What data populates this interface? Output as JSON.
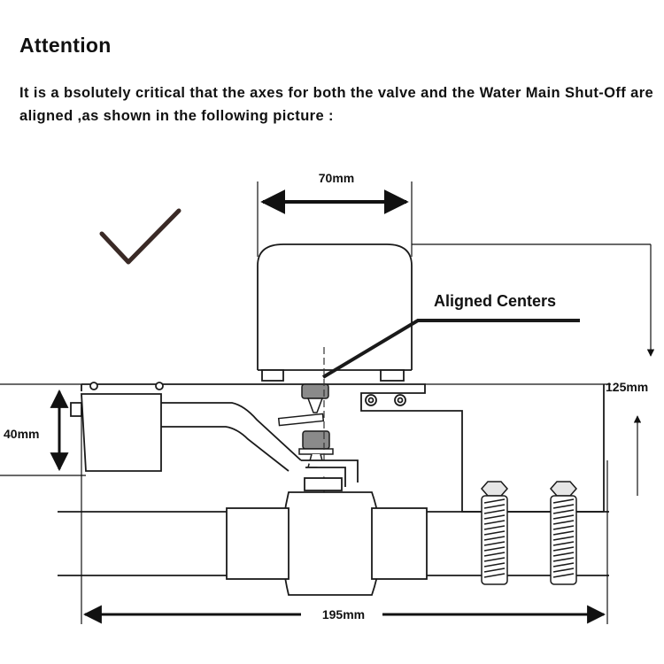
{
  "heading": "Attention",
  "body_text": "It is a bsolutely critical that the axes for both the valve and the Water Main Shut-Off are aligned ,as shown in the following picture :",
  "labels": {
    "width_top": "70mm",
    "aligned_centers": "Aligned Centers",
    "height_right": "125mm",
    "height_left": "40mm",
    "width_bottom": "195mm"
  },
  "icons": {
    "checkmark": "check-icon"
  },
  "colors": {
    "checkmark": "#3a2a26",
    "line": "#1a1a1a",
    "nut": "#8a8a8a"
  }
}
